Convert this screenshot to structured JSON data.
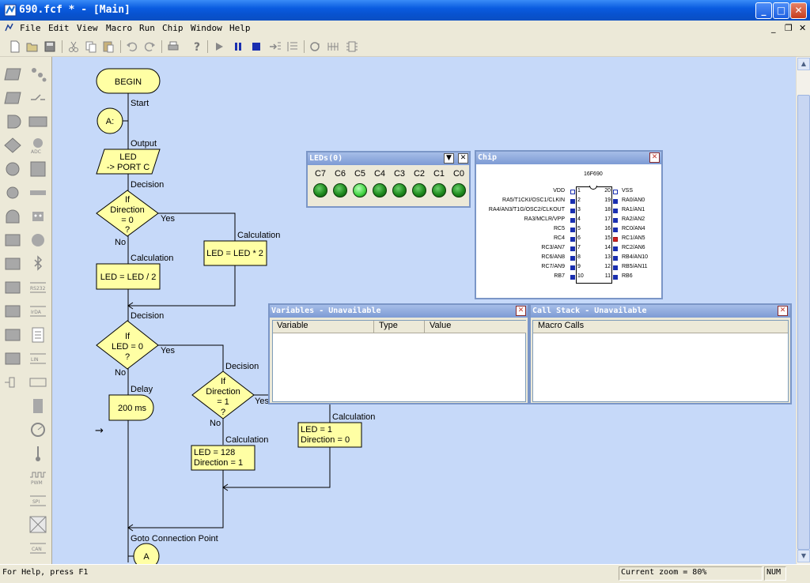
{
  "window": {
    "title": "690.fcf * - [Main]",
    "minimize": "_",
    "maximize": "□",
    "close": "✕"
  },
  "menu": {
    "items": [
      {
        "label": "File",
        "mnemonic": "F"
      },
      {
        "label": "Edit",
        "mnemonic": "E"
      },
      {
        "label": "View",
        "mnemonic": "V"
      },
      {
        "label": "Macro",
        "mnemonic": "M"
      },
      {
        "label": "Run",
        "mnemonic": "R"
      },
      {
        "label": "Chip",
        "mnemonic": "C"
      },
      {
        "label": "Window",
        "mnemonic": "W"
      },
      {
        "label": "Help",
        "mnemonic": "H"
      }
    ],
    "mdi_min": "_",
    "mdi_restore": "❐",
    "mdi_close": "✕"
  },
  "toolbar": {
    "icons": [
      "new-file-icon",
      "open-file-icon",
      "save-icon",
      "cut-icon",
      "copy-icon",
      "paste-icon",
      "undo-icon",
      "redo-icon",
      "print-icon",
      "help-icon",
      "run-icon",
      "pause-icon",
      "stop-icon",
      "step-into-icon",
      "step-over-icon",
      "ice-icon",
      "clock-icon",
      "chip-icon"
    ]
  },
  "flowchart": {
    "begin": "BEGIN",
    "start_label": "Start",
    "conn_a": "A:",
    "output_label": "Output",
    "output_line1": "LED",
    "output_line2": "-> PORT C",
    "decision_label": "Decision",
    "d1_line1": "If",
    "d1_line2": "Direction",
    "d1_line3": "= 0",
    "d1_line4": "?",
    "yes": "Yes",
    "no": "No",
    "calc_label": "Calculation",
    "calc_ledx2": "LED = LED * 2",
    "calc_leddiv2": "LED = LED / 2",
    "d2_line1": "If",
    "d2_line2": "LED = 0",
    "d2_line3": "?",
    "delay_label": "Delay",
    "delay_value": "200 ms",
    "d3_line1": "If",
    "d3_line2": "Direction",
    "d3_line3": "= 1",
    "d3_line4": "?",
    "calc_led128_l1": "LED = 128",
    "calc_led128_l2": "Direction = 1",
    "calc_led1_l1": "LED = 1",
    "calc_led1_l2": "Direction = 0",
    "goto_label": "Goto Connection Point",
    "goto_target": "A",
    "arrow_marker": "→"
  },
  "leds_panel": {
    "title": "LEDs(0)",
    "dropdown": "▼",
    "close": "✕",
    "leds": [
      {
        "label": "C7",
        "color": "#1e8a1e",
        "lit": false
      },
      {
        "label": "C6",
        "color": "#1e8a1e",
        "lit": false
      },
      {
        "label": "C5",
        "color": "#3fd23f",
        "lit": true
      },
      {
        "label": "C4",
        "color": "#1e8a1e",
        "lit": false
      },
      {
        "label": "C3",
        "color": "#1e8a1e",
        "lit": false
      },
      {
        "label": "C2",
        "color": "#1e8a1e",
        "lit": false
      },
      {
        "label": "C1",
        "color": "#1e8a1e",
        "lit": false
      },
      {
        "label": "C0",
        "color": "#1e8a1e",
        "lit": false
      }
    ]
  },
  "chip_panel": {
    "title": "Chip",
    "close": "✕",
    "part": "16F690",
    "left_pins": [
      {
        "name": "VDD",
        "num": "1",
        "pin_color": "#ffffff"
      },
      {
        "name": "RA5/T1CKI/OSC1/CLKIN",
        "num": "2",
        "pin_color": "#1a2fb0"
      },
      {
        "name": "RA4/AN3/T1G/OSC2/CLKOUT",
        "num": "3",
        "pin_color": "#1a2fb0"
      },
      {
        "name": "RA3/MCLR/VPP",
        "num": "4",
        "pin_color": "#1a2fb0"
      },
      {
        "name": "RC5",
        "num": "5",
        "pin_color": "#1a2fb0"
      },
      {
        "name": "RC4",
        "num": "6",
        "pin_color": "#1a2fb0"
      },
      {
        "name": "RC3/AN7",
        "num": "7",
        "pin_color": "#1a2fb0"
      },
      {
        "name": "RC6/AN8",
        "num": "8",
        "pin_color": "#1a2fb0"
      },
      {
        "name": "RC7/AN9",
        "num": "9",
        "pin_color": "#1a2fb0"
      },
      {
        "name": "RB7",
        "num": "10",
        "pin_color": "#1a2fb0"
      }
    ],
    "right_pins": [
      {
        "name": "VSS",
        "num": "20",
        "pin_color": "#ffffff"
      },
      {
        "name": "RA0/AN0",
        "num": "19",
        "pin_color": "#1a2fb0"
      },
      {
        "name": "RA1/AN1",
        "num": "18",
        "pin_color": "#1a2fb0"
      },
      {
        "name": "RA2/AN2",
        "num": "17",
        "pin_color": "#1a2fb0"
      },
      {
        "name": "RC0/AN4",
        "num": "16",
        "pin_color": "#1a2fb0"
      },
      {
        "name": "RC1/AN5",
        "num": "15",
        "pin_color": "#d02020"
      },
      {
        "name": "RC2/AN6",
        "num": "14",
        "pin_color": "#1a2fb0"
      },
      {
        "name": "RB4/AN10",
        "num": "13",
        "pin_color": "#1a2fb0"
      },
      {
        "name": "RB5/AN11",
        "num": "12",
        "pin_color": "#1a2fb0"
      },
      {
        "name": "RB6",
        "num": "11",
        "pin_color": "#1a2fb0"
      }
    ]
  },
  "variables_panel": {
    "title": "Variables - Unavailable",
    "close": "✕",
    "columns": [
      "Variable",
      "Type",
      "Value"
    ]
  },
  "callstack_panel": {
    "title": "Call Stack - Unavailable",
    "close": "✕",
    "columns": [
      "Macro Calls"
    ]
  },
  "status": {
    "help": "For Help, press F1",
    "zoom": "Current zoom = 80%",
    "num": "NUM"
  }
}
